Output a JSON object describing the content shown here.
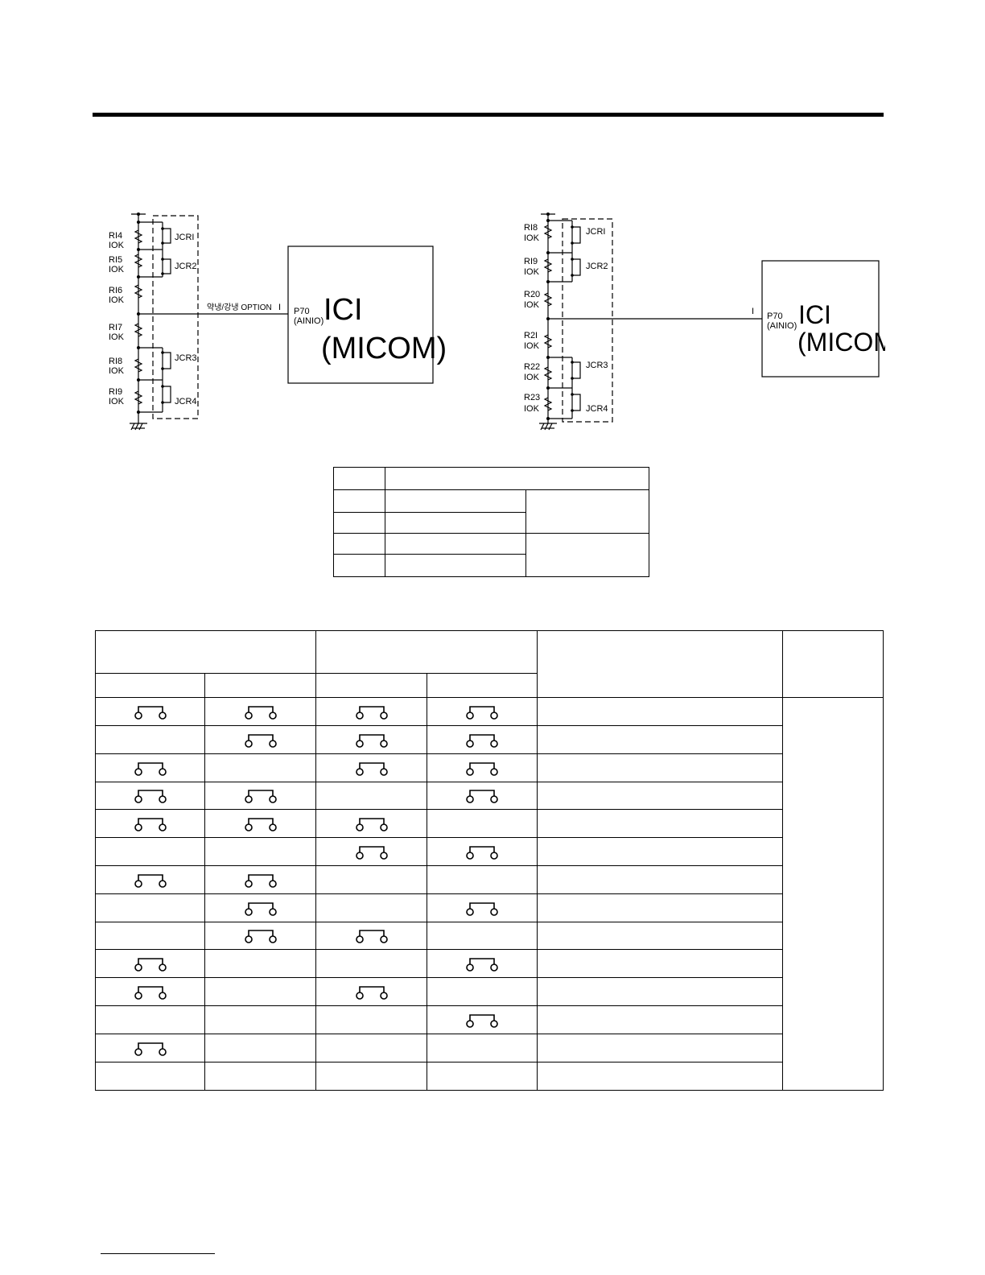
{
  "circuit_left": {
    "resistors": [
      {
        "ref": "RI4",
        "value": "IOK"
      },
      {
        "ref": "RI5",
        "value": "IOK"
      },
      {
        "ref": "RI6",
        "value": "IOK"
      },
      {
        "ref": "RI7",
        "value": "IOK"
      },
      {
        "ref": "RI8",
        "value": "IOK"
      },
      {
        "ref": "RI9",
        "value": "IOK"
      }
    ],
    "jumpers": [
      "JCRI",
      "JCR2",
      "JCR3",
      "JCR4"
    ],
    "net_label": "약냉/강냉 OPTION",
    "pin_number": "I",
    "pin_name": "P70",
    "pin_function": "(AINIO)",
    "ic_ref": "ICI",
    "ic_name": "(MICOM)"
  },
  "circuit_right": {
    "resistors": [
      {
        "ref": "RI8",
        "value": "IOK"
      },
      {
        "ref": "RI9",
        "value": "IOK"
      },
      {
        "ref": "R20",
        "value": "IOK"
      },
      {
        "ref": "R2I",
        "value": "IOK"
      },
      {
        "ref": "R22",
        "value": "IOK"
      },
      {
        "ref": "R23",
        "value": "IOK"
      }
    ],
    "jumpers": [
      "JCRI",
      "JCR2",
      "JCR3",
      "JCR4"
    ],
    "pin_number": "I",
    "pin_name": "P70",
    "pin_function": "(AINIO)",
    "ic_ref": "ICI",
    "ic_name": "(MICOM)"
  },
  "option_table": {
    "jumper_states": [
      [
        true,
        true,
        true,
        true
      ],
      [
        false,
        true,
        true,
        true
      ],
      [
        true,
        false,
        true,
        true
      ],
      [
        true,
        true,
        false,
        true
      ],
      [
        true,
        true,
        true,
        false
      ],
      [
        false,
        false,
        true,
        true
      ],
      [
        true,
        true,
        false,
        false
      ],
      [
        false,
        true,
        false,
        true
      ],
      [
        false,
        true,
        true,
        false
      ],
      [
        true,
        false,
        false,
        true
      ],
      [
        true,
        false,
        true,
        false
      ],
      [
        false,
        false,
        false,
        true
      ],
      [
        true,
        false,
        false,
        false
      ],
      [
        false,
        false,
        false,
        false
      ]
    ]
  }
}
